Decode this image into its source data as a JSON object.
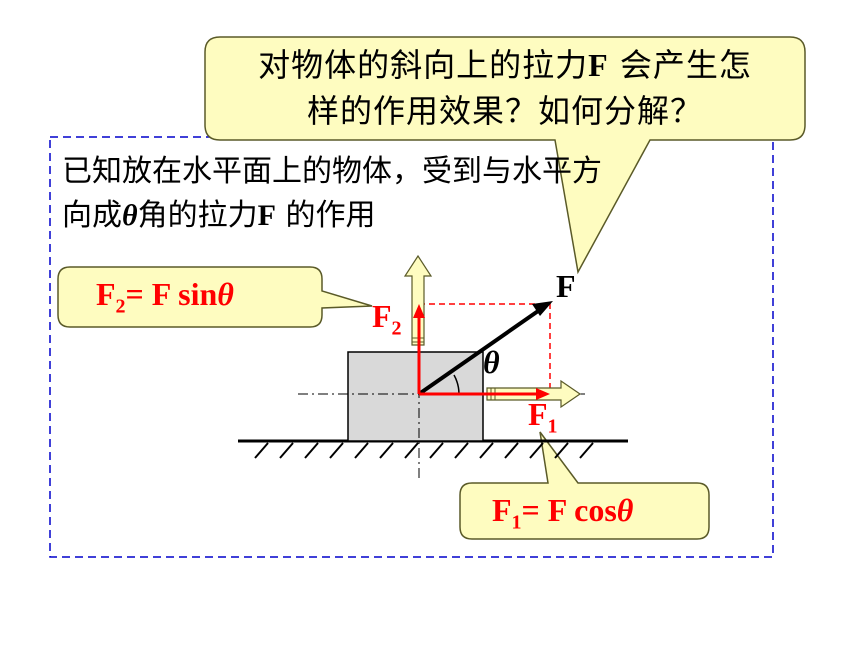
{
  "callout": {
    "line1_prefix": "对物体的斜向上的拉力",
    "line1_f": "F",
    "line1_suffix": " 会产生怎",
    "line2": "样的作用效果？如何分解？"
  },
  "intro": {
    "line1": "已知放在水平面上的物体，受到与水平方",
    "line2_prefix": "向成",
    "line2_theta": "θ",
    "line2_mid": "角的拉力",
    "line2_f": "F",
    "line2_suffix": " 的作用"
  },
  "formula_f2": {
    "lhs": "F",
    "sub": "2",
    "rhs": "= F sin",
    "theta": "θ"
  },
  "formula_f1": {
    "lhs": "F",
    "sub": "1",
    "rhs": "= F cos",
    "theta": "θ"
  },
  "labels": {
    "f": "F",
    "f2_base": "F",
    "f2_sub": "2",
    "f1_base": "F",
    "f1_sub": "1",
    "theta": "θ"
  },
  "colors": {
    "callout_fill": "#fefcc0",
    "callout_border": "#5a5a28",
    "frame": "#0000cc",
    "force": "#ff0000",
    "block": "#d9d9d9",
    "highlight_arrow": "#fefcc0"
  }
}
